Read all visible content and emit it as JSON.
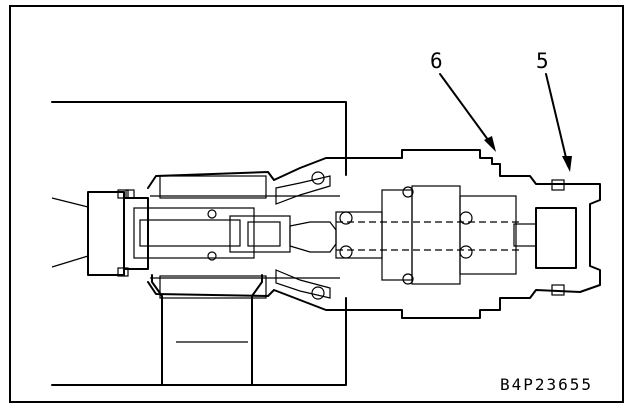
{
  "callouts": [
    {
      "id": "6",
      "label": "6"
    },
    {
      "id": "5",
      "label": "5"
    }
  ],
  "figure_code": "B4P23655"
}
